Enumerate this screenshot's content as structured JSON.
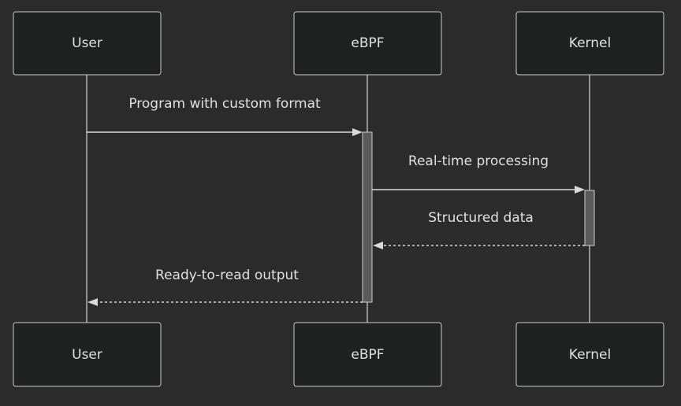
{
  "actors": [
    {
      "id": "user",
      "label": "User"
    },
    {
      "id": "ebpf",
      "label": "eBPF"
    },
    {
      "id": "kernel",
      "label": "Kernel"
    }
  ],
  "messages": [
    {
      "from": "user",
      "to": "ebpf",
      "label": "Program with custom format",
      "style": "solid"
    },
    {
      "from": "ebpf",
      "to": "kernel",
      "label": "Real-time processing",
      "style": "solid"
    },
    {
      "from": "kernel",
      "to": "ebpf",
      "label": "Structured data",
      "style": "dashed"
    },
    {
      "from": "ebpf",
      "to": "user",
      "label": "Ready-to-read output",
      "style": "dashed"
    }
  ],
  "colors": {
    "background": "#2b2b2b",
    "box_fill": "#1f2020",
    "line": "#cccccc",
    "activation": "#5a5a5a",
    "text": "#e0e0e0"
  }
}
